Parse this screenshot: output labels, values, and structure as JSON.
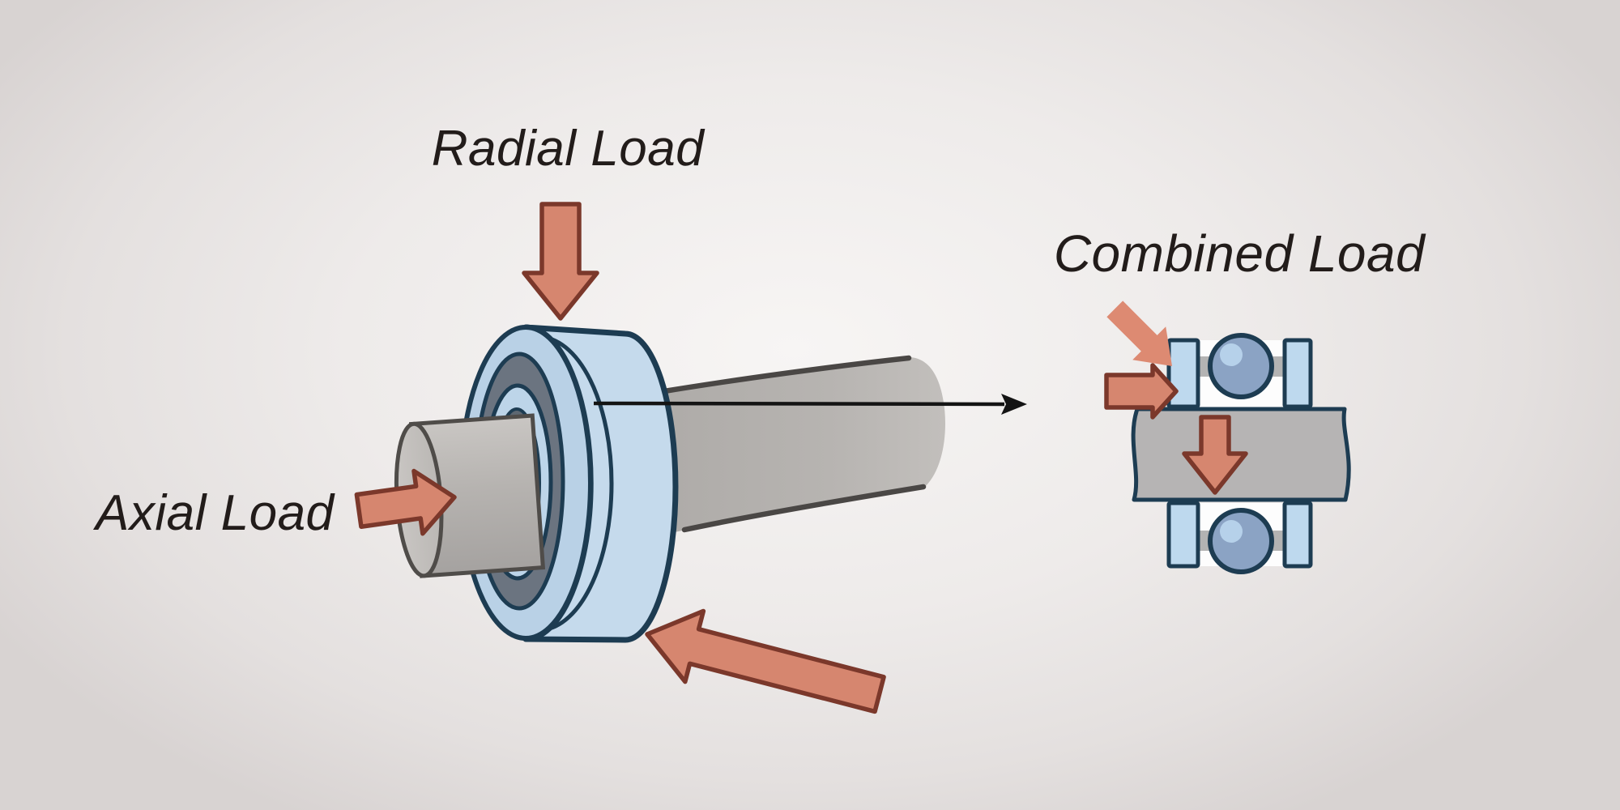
{
  "diagram": {
    "labels": {
      "radial": "Radial Load",
      "axial": "Axial Load",
      "combined": "Combined Load"
    },
    "arrows": [
      {
        "name": "radial-load-arrow",
        "direction": "down",
        "style": "outlined-salmon"
      },
      {
        "name": "axial-load-arrow",
        "direction": "right",
        "style": "outlined-salmon"
      },
      {
        "name": "combined-load-arrow",
        "direction": "up-left",
        "style": "outlined-salmon"
      },
      {
        "name": "section-pointer-arrow",
        "direction": "right",
        "style": "thin-black"
      },
      {
        "name": "section-diagonal-load-arrow",
        "direction": "down-right",
        "style": "plain-salmon"
      },
      {
        "name": "section-axial-load-arrow",
        "direction": "right",
        "style": "outlined-salmon"
      },
      {
        "name": "section-radial-load-arrow",
        "direction": "down",
        "style": "outlined-salmon"
      }
    ],
    "colors": {
      "bg_center": "#f7f5f4",
      "bg_mid": "#eeebea",
      "bg_edge": "#d8d3d2",
      "text": "#221c1a",
      "arrow_fill": "#d6866f",
      "arrow_fill_plain": "#dd8a72",
      "arrow_outline": "#7b382b",
      "navy": "#1d3c52",
      "bearing_face": "#b9d1e6",
      "bearing_body": "#c5daec",
      "bearing_inner_ring": "#bdd5e9",
      "bearing_hole": "#5d6771",
      "slate": "#6b7480",
      "shaft_outline": "#4f4c49",
      "cone_edge": "#4a4745",
      "section_band": "#b6b4b4",
      "section_white": "#fdfdfd",
      "ball_fill": "#8ba3c4",
      "ball_highlight": "#b6d1ea",
      "cage": "#b3b3b3",
      "race_blue": "#bed9ee",
      "pointer": "#141414"
    }
  }
}
